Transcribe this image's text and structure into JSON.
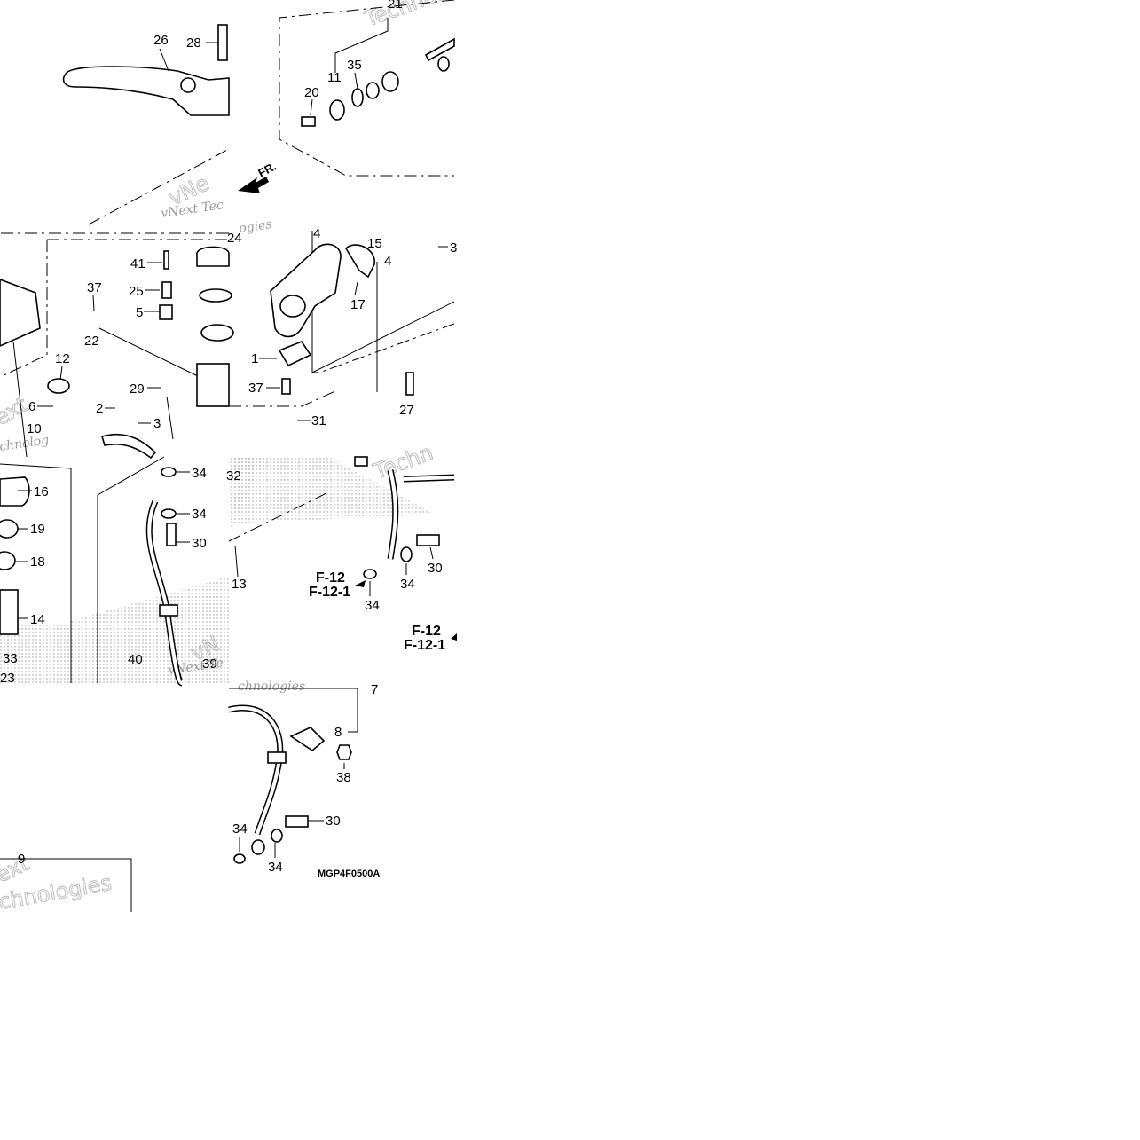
{
  "labels": {
    "n26": "26",
    "n28": "28",
    "n21": "21",
    "n35": "35",
    "n11": "11",
    "n20": "20",
    "n24": "24",
    "n41": "41",
    "n37a": "37",
    "n25": "25",
    "n5": "5",
    "n22": "22",
    "n12": "12",
    "n6": "6",
    "n29": "29",
    "n2": "2",
    "n3": "3",
    "n10": "10",
    "n4a": "4",
    "n15": "15",
    "n4b": "4",
    "n3b": "3",
    "n17": "17",
    "n1": "1",
    "n37b": "37",
    "n27": "27",
    "n31": "31",
    "n32": "32",
    "n16": "16",
    "n19": "19",
    "n18": "18",
    "n14": "14",
    "n33": "33",
    "n23": "23",
    "n34a": "34",
    "n34b": "34",
    "n30a": "30",
    "n40": "40",
    "n39": "39",
    "n13": "13",
    "n34c": "34",
    "n34d": "34",
    "n30b": "30",
    "n7": "7",
    "n8": "8",
    "n38": "38",
    "n30c": "30",
    "n34e": "34",
    "n34f": "34",
    "n9": "9"
  },
  "references": {
    "f12a": "F-12",
    "f121a": "F-12-1",
    "f12b": "F-12",
    "f121b": "F-12-1"
  },
  "direction_marker": "FR.",
  "diagram_code": "MGP4F0500A"
}
